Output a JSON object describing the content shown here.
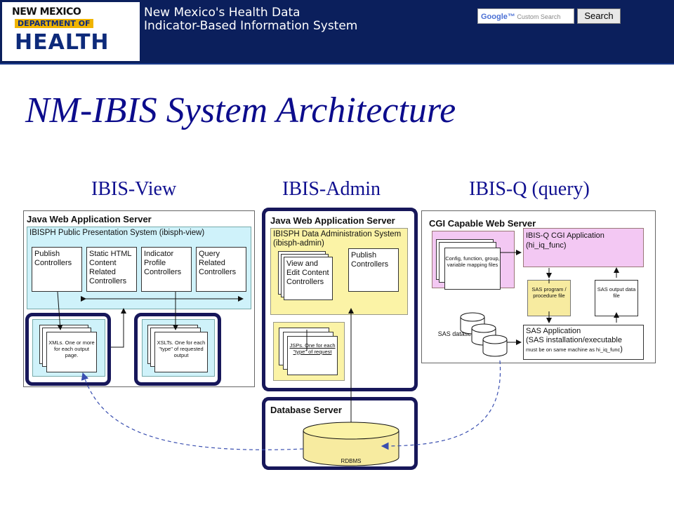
{
  "header": {
    "logo_line1": "NEW MEXICO",
    "logo_line2": "DEPARTMENT OF",
    "logo_line3": "HEALTH",
    "site_title_line1": "New Mexico's Health Data",
    "site_title_line2": "Indicator-Based Information System",
    "search_brand": "Google™",
    "search_placeholder": "Custom Search",
    "search_button": "Search"
  },
  "page_title": "NM-IBIS System Architecture",
  "columns": {
    "view": "IBIS-View",
    "admin": "IBIS-Admin",
    "query": "IBIS-Q (query)"
  },
  "view_panel": {
    "server": "Java Web Application Server",
    "system": "IBISPH Public Presentation System (ibisph-view)",
    "controllers": [
      "Publish Controllers",
      "Static HTML Content Related Controllers",
      "Indicator Profile Controllers",
      "Query Related Controllers"
    ],
    "xmls": "XMLs.  One or more for each output page.",
    "xslts": "XSLTs.  One for each \"type\" of requested output"
  },
  "admin_panel": {
    "server": "Java Web Application Server",
    "system": "IBISPH Data Administration System (ibisph-admin)",
    "view_edit": "View and Edit Content Controllers",
    "publish": "Publish Controllers",
    "jsps": "JSPs.  One for each \"type\" of request"
  },
  "db_panel": {
    "server": "Database Server",
    "rdbms": "RDBMS"
  },
  "query_panel": {
    "server": "CGI Capable Web Server",
    "cgi_app": "IBIS-Q CGI Application",
    "cgi_func": "(hi_iq_func)",
    "config": "Config, function, group, variable mapping files",
    "sas_program": "SAS program / procedure file",
    "sas_output": "SAS output data file",
    "sas_datasets": "SAS datasets",
    "sas_app": "SAS Application",
    "sas_install": "(SAS installation/executable",
    "sas_note": "must be on same machine as hi_iq_func",
    "sas_close": ")"
  },
  "colors": {
    "banner": "#0b1f5c",
    "title": "#0c0c8c",
    "highlight": "#17175a",
    "cyan": "#cff2fa",
    "yellow": "#fbf3a6",
    "pink": "#f3c8f3"
  }
}
